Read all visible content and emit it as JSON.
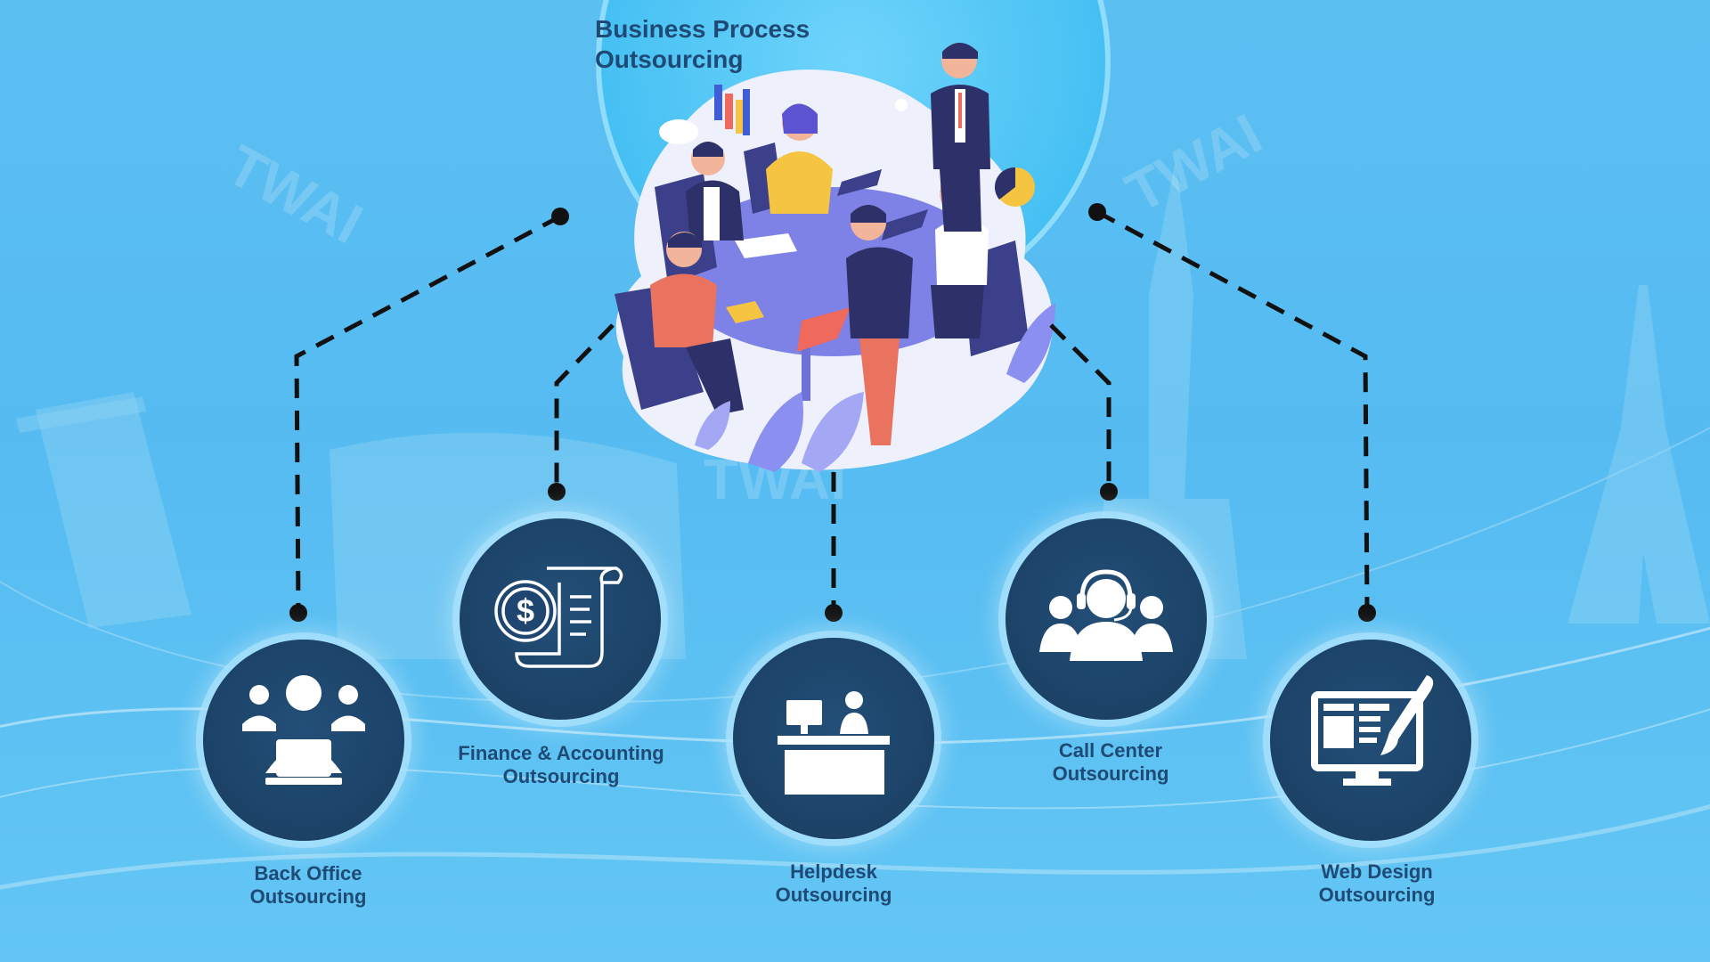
{
  "title": {
    "line1": "Business Process",
    "line2": "Outsourcing"
  },
  "colors": {
    "background": "#5cbff2",
    "circle": "#1e4670",
    "label": "#1e4a75",
    "connector": "#111111",
    "icon": "#ffffff"
  },
  "services": [
    {
      "line1": "Back Office",
      "line2": "Outsourcing",
      "icon": "office-team-icon"
    },
    {
      "line1": "Finance & Accounting",
      "line2": "Outsourcing",
      "icon": "dollar-invoice-icon"
    },
    {
      "line1": "Helpdesk",
      "line2": "Outsourcing",
      "icon": "helpdesk-desk-icon"
    },
    {
      "line1": "Call Center",
      "line2": "Outsourcing",
      "icon": "headset-agents-icon"
    },
    {
      "line1": "Web Design",
      "line2": "Outsourcing",
      "icon": "monitor-brush-icon"
    }
  ]
}
